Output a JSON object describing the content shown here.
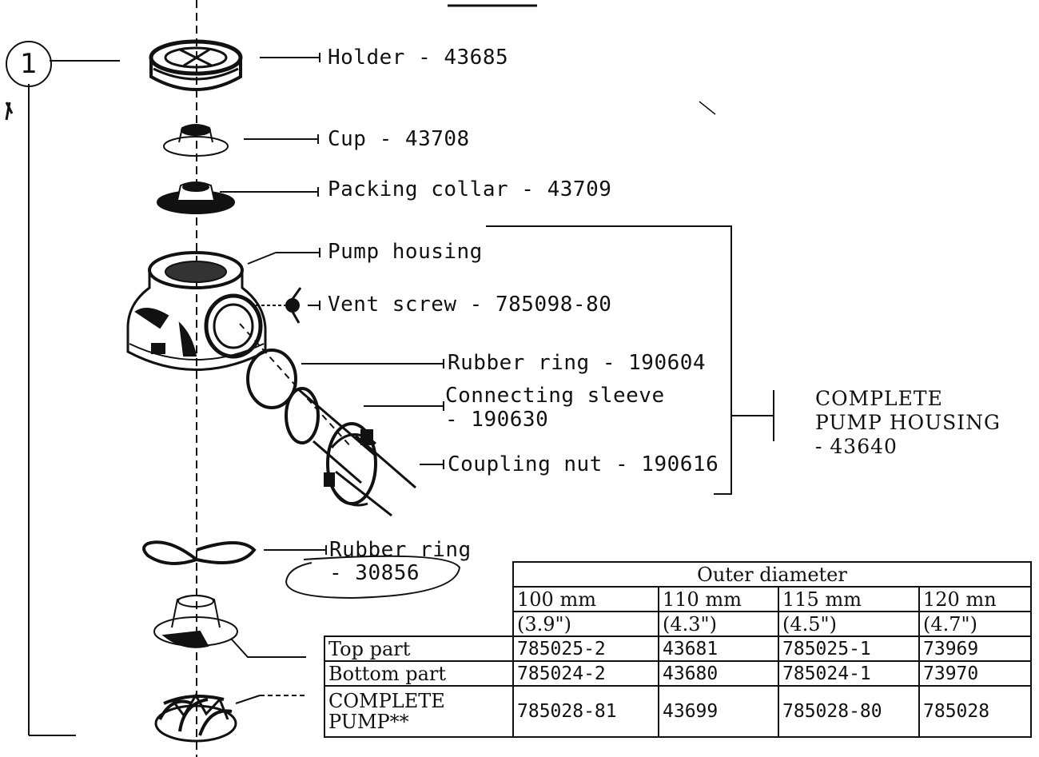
{
  "callout_number": "1",
  "parts": {
    "holder": "Holder - 43685",
    "cup": "Cup - 43708",
    "packing_collar": "Packing collar - 43709",
    "pump_housing": "Pump housing",
    "vent_screw": "Vent screw - 785098-80",
    "rubber_ring_1": "Rubber ring - 190604",
    "connecting_sleeve_line1": "Connecting sleeve",
    "connecting_sleeve_line2": "- 190630",
    "coupling_nut": "Coupling nut - 190616",
    "rubber_ring_2_line1": "Rubber ring",
    "rubber_ring_2_line2": "- 30856"
  },
  "assembly": {
    "line1": "COMPLETE",
    "line2": "PUMP HOUSING",
    "line3": "- 43640"
  },
  "table": {
    "header": "Outer diameter",
    "columns": [
      {
        "mm": "100 mm",
        "inch": "(3.9\")"
      },
      {
        "mm": "110 mm",
        "inch": "(4.3\")"
      },
      {
        "mm": "115 mm",
        "inch": "(4.5\")"
      },
      {
        "mm": "120 mn",
        "inch": "(4.7\")"
      }
    ],
    "rows": [
      {
        "label": "Top part",
        "values": [
          "785025-2",
          "43681",
          "785025-1",
          "73969"
        ]
      },
      {
        "label": "Bottom part",
        "values": [
          "785024-2",
          "43680",
          "785024-1",
          "73970"
        ]
      },
      {
        "label_line1": "COMPLETE",
        "label_line2": "PUMP**",
        "values": [
          "785028-81",
          "43699",
          "785028-80",
          "785028"
        ]
      }
    ]
  }
}
